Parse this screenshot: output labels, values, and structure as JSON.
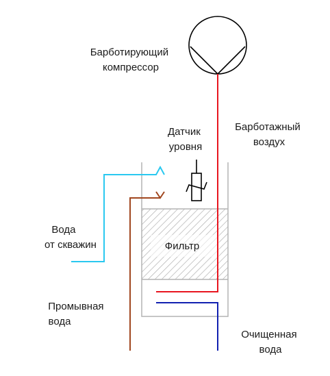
{
  "labels": {
    "compressor": [
      "Барботирующий",
      "компрессор"
    ],
    "air": [
      "Барботажный",
      "воздух"
    ],
    "sensor": [
      "Датчик",
      "уровня"
    ],
    "well_water": [
      "Вода",
      "от скважин"
    ],
    "filter": "Фильтр",
    "wash_water": [
      "Промывная",
      "вода"
    ],
    "clean_water": [
      "Очищенная",
      "вода"
    ]
  },
  "colors": {
    "air_line": "#e8141e",
    "well_water_line": "#29c8f0",
    "wash_water_line": "#a0461e",
    "clean_water_line": "#1020b0",
    "tank_outline": "#b4b4b4",
    "filter_hatch": "#b0b0b0",
    "outline": "#000000"
  },
  "icons": {
    "compressor": "compressor-symbol-icon",
    "sensor": "level-sensor-icon"
  }
}
